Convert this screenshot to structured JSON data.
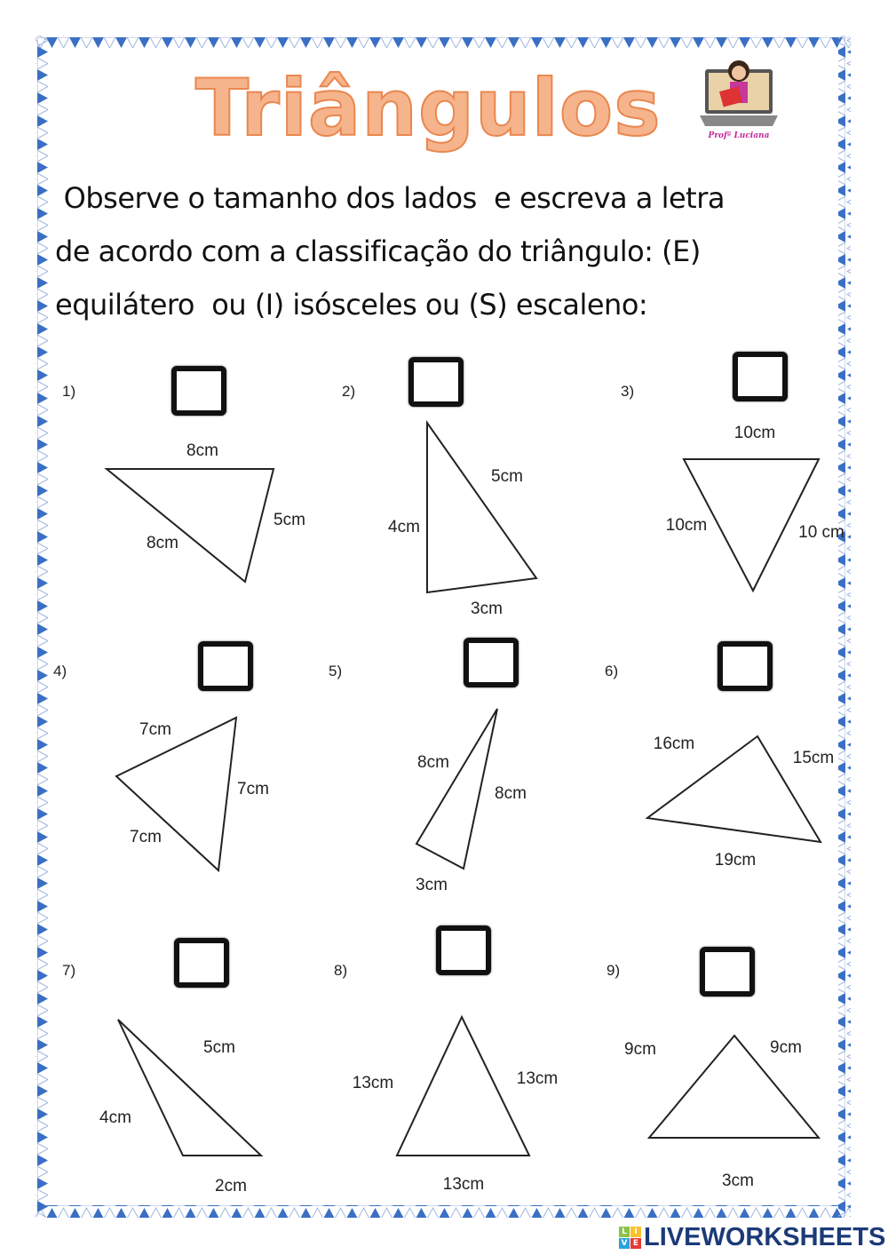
{
  "title": "Triângulos",
  "logo": {
    "caption": "Profª Luciana",
    "icon": "teacher-laptop-avatar"
  },
  "instructions": [
    " Observe o tamanho dos lados  e escreva a letra",
    "de acordo com a classificação do triângulo: (E)",
    "equilátero  ou (I) isósceles ou (S) escaleno:"
  ],
  "exercises": [
    {
      "number": "1)",
      "answer": "",
      "sides": [
        "8cm",
        "5cm",
        "8cm"
      ]
    },
    {
      "number": "2)",
      "answer": "",
      "sides": [
        "5cm",
        "4cm",
        "3cm"
      ]
    },
    {
      "number": "3)",
      "answer": "",
      "sides": [
        "10cm",
        "10cm",
        "10 cm"
      ]
    },
    {
      "number": "4)",
      "answer": "",
      "sides": [
        "7cm",
        "7cm",
        "7cm"
      ]
    },
    {
      "number": "5)",
      "answer": "",
      "sides": [
        "8cm",
        "8cm",
        "3cm"
      ]
    },
    {
      "number": "6)",
      "answer": "",
      "sides": [
        "16cm",
        "15cm",
        "19cm"
      ]
    },
    {
      "number": "7)",
      "answer": "",
      "sides": [
        "5cm",
        "4cm",
        "2cm"
      ]
    },
    {
      "number": "8)",
      "answer": "",
      "sides": [
        "13cm",
        "13cm",
        "13cm"
      ]
    },
    {
      "number": "9)",
      "answer": "",
      "sides": [
        "9cm",
        "9cm",
        "3cm"
      ]
    }
  ],
  "branding": {
    "name": "LIVEWORKSHEETS",
    "icon_letters": [
      "L",
      "I",
      "V",
      "E"
    ]
  },
  "colors": {
    "border": "#3a6fc4",
    "title": "#f6b48c",
    "brand": "#1c3a78"
  }
}
